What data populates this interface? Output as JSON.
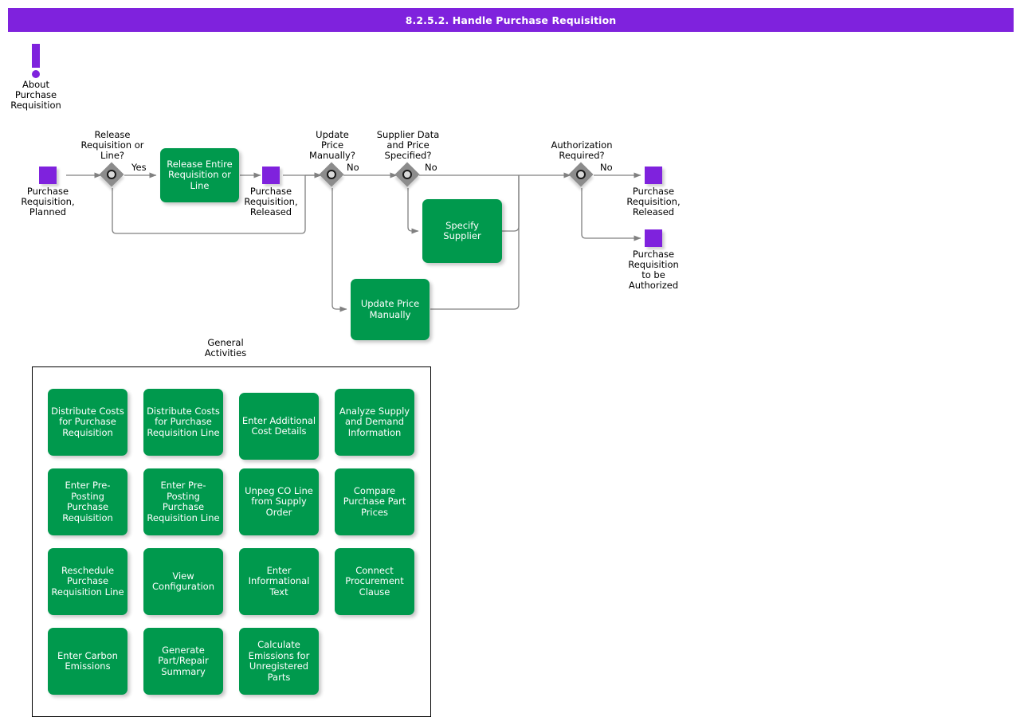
{
  "header": {
    "title": "8.2.5.2. Handle Purchase Requisition",
    "bar_color": "#7f22dd"
  },
  "colors": {
    "purple": "#7f22dd",
    "green": "#00994d",
    "diamond_gray": "#8c8c8c",
    "edge_gray": "#808080",
    "text_black": "#000000"
  },
  "about": {
    "icon": "exclamation-icon",
    "label": "About\nPurchase\nRequisition",
    "line1": "About",
    "line2": "Purchase",
    "line3": "Requisition"
  },
  "flow": {
    "states": [
      {
        "id": "pr-planned",
        "label": "Purchase\nRequisition,\nPlanned",
        "lines": [
          "Purchase",
          "Requisition,",
          "Planned"
        ]
      },
      {
        "id": "pr-released-1",
        "label": "Purchase\nRequisition,\nReleased",
        "lines": [
          "Purchase",
          "Requisition,",
          "Released"
        ]
      },
      {
        "id": "pr-released-2",
        "label": "Purchase\nRequisition,\nReleased",
        "lines": [
          "Purchase",
          "Requisition,",
          "Released"
        ]
      },
      {
        "id": "pr-to-be-authorized",
        "label": "Purchase\nRequisition\nto be\nAuthorized",
        "lines": [
          "Purchase",
          "Requisition",
          "to be",
          "Authorized"
        ]
      }
    ],
    "decisions": [
      {
        "id": "release-req-or-line",
        "label": "Release\nRequisition or\nLine?",
        "lines": [
          "Release",
          "Requisition or",
          "Line?"
        ],
        "branch_label": "Yes"
      },
      {
        "id": "update-price-manually",
        "label": "Update\nPrice\nManually?",
        "lines": [
          "Update",
          "Price",
          "Manually?"
        ],
        "branch_label": "No"
      },
      {
        "id": "supplier-data-and-price-specified",
        "label": "Supplier Data\nand Price\nSpecified?",
        "lines": [
          "Supplier Data",
          "and Price",
          "Specified?"
        ],
        "branch_label": "No"
      },
      {
        "id": "authorization-required",
        "label": "Authorization\nRequired?",
        "lines": [
          "Authorization",
          "Required?"
        ],
        "branch_label": "No"
      }
    ],
    "activities": [
      {
        "id": "release-entire-requisition-or-line",
        "label": "Release Entire Requisition or Line"
      },
      {
        "id": "specify-supplier",
        "label": "Specify Supplier"
      },
      {
        "id": "update-price-manually-activity",
        "label": "Update Price Manually"
      }
    ],
    "edge_labels": [
      "Yes",
      "No",
      "No",
      "No"
    ]
  },
  "general_activities": {
    "title_line1": "General",
    "title_line2": "Activities",
    "items": [
      "Distribute Costs for Purchase Requisition",
      "Distribute Costs for Purchase Requisition Line",
      "Enter Additional Cost Details",
      "Analyze Supply and Demand Information",
      "Enter Pre-Posting Purchase Requisition",
      "Enter Pre-Posting Purchase Requisition Line",
      "Unpeg CO Line from Supply Order",
      "Compare Purchase Part Prices",
      "Reschedule Purchase Requisition Line",
      "View Configuration",
      "Enter Informational Text",
      "Connect Procurement Clause",
      "Enter Carbon Emissions",
      "Generate Part/Repair Summary",
      "Calculate Emissions for Unregistered Parts"
    ]
  }
}
